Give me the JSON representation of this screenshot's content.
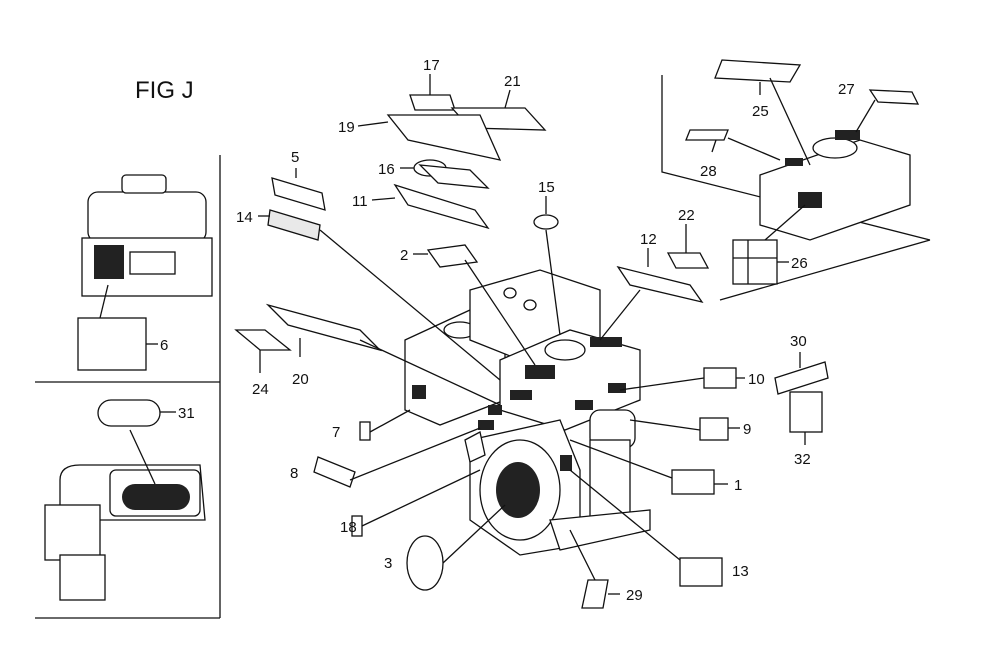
{
  "figure": {
    "title": "FIG J",
    "callouts": [
      "1",
      "2",
      "3",
      "5",
      "6",
      "7",
      "8",
      "9",
      "10",
      "11",
      "12",
      "13",
      "14",
      "15",
      "16",
      "17",
      "18",
      "19",
      "20",
      "21",
      "22",
      "24",
      "25",
      "26",
      "27",
      "28",
      "29",
      "30",
      "31",
      "32"
    ]
  }
}
